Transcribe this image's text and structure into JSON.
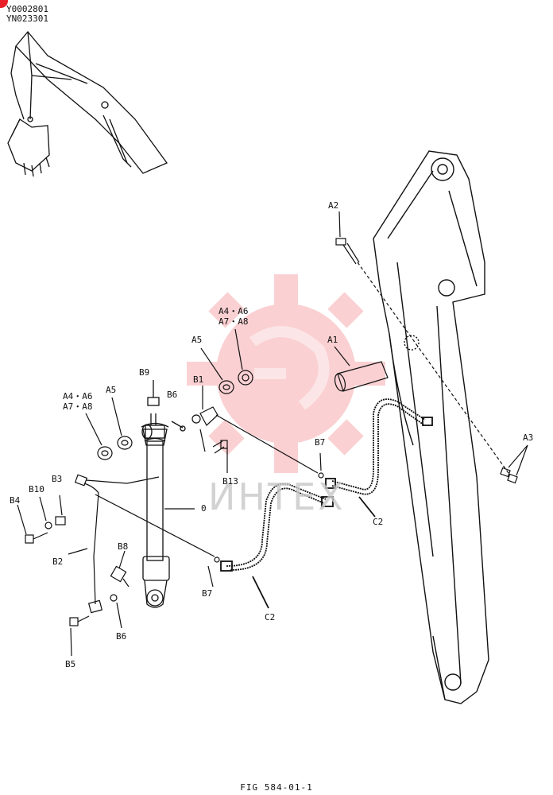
{
  "header": {
    "ref_codes": [
      "Y0002801",
      "YN023301"
    ]
  },
  "watermark": {
    "text": "ИНТЕХ",
    "logo_color": "#f05a62"
  },
  "figure": {
    "caption": "FIG 584-01-1"
  },
  "callouts": {
    "a2": "A2",
    "a1": "A1",
    "a3": "A3",
    "a4a6_right_1": "A4・A6",
    "a4a6_right_2": "A7・A8",
    "a5_right": "A5",
    "a4a6_left_1": "A4・A6",
    "a4a6_left_2": "A7・A8",
    "a5_left": "A5",
    "b9": "B9",
    "b6_top": "B6",
    "b1": "B1",
    "b7_top": "B7",
    "b13": "B13",
    "b3": "B3",
    "b10": "B10",
    "b4": "B4",
    "b2": "B2",
    "b8": "B8",
    "b7_bottom": "B7",
    "b6_bottom": "B6",
    "b5": "B5",
    "zero": "0",
    "c2_right": "C2",
    "c2_bottom": "C2"
  },
  "colors": {
    "line": "#111111",
    "badge": "#e8202a",
    "watermark_text": "#c8c8c8"
  }
}
